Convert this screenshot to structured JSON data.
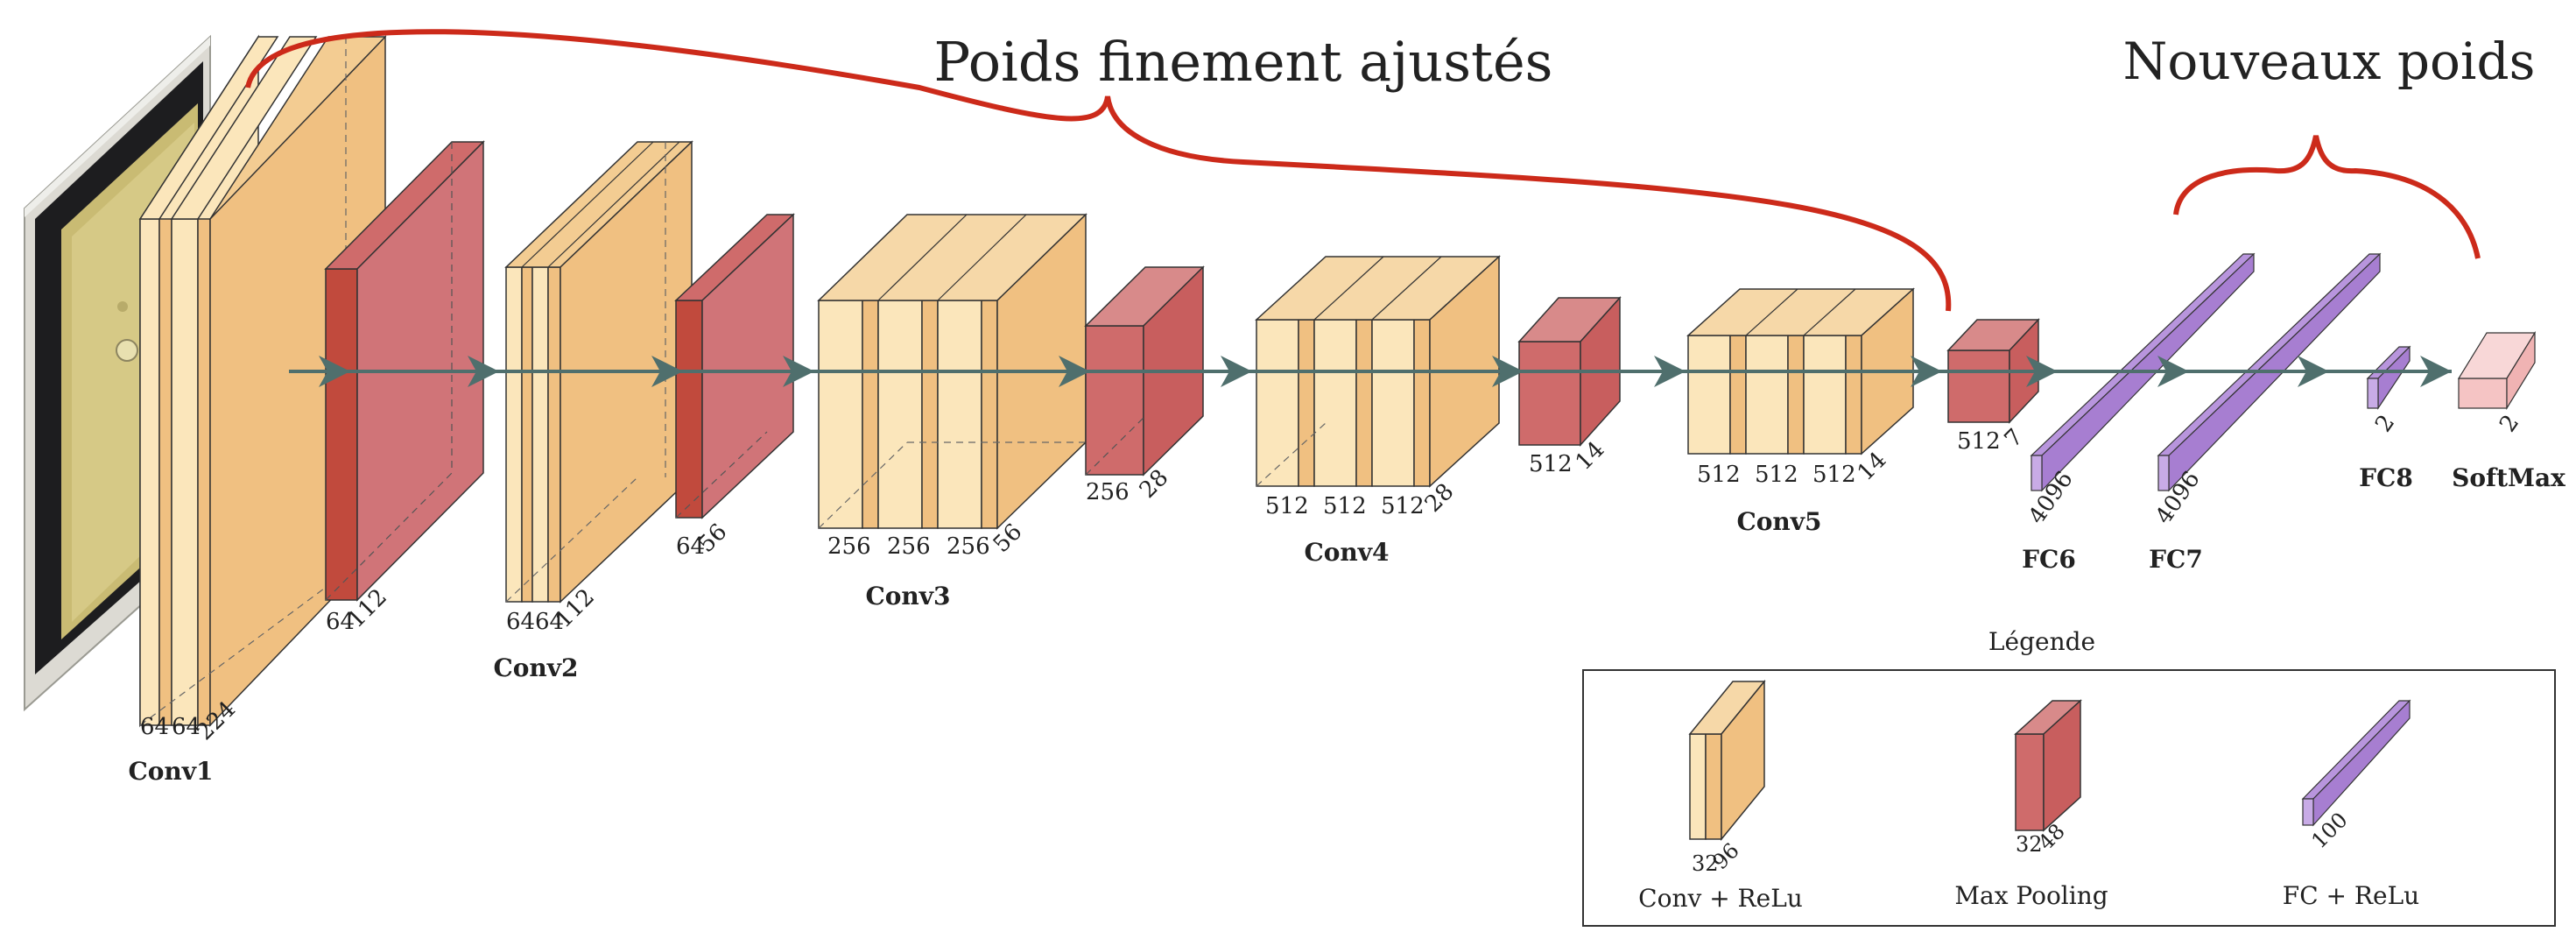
{
  "brackets": {
    "finetuned_label": "Poids finement ajustés",
    "new_label": "Nouveaux poids"
  },
  "colors": {
    "conv_light": "#fbe6bb",
    "conv_dark": "#f0c081",
    "pool": "#cf6b6b",
    "pool_dark": "#c14a3d",
    "fc": "#a77ed1",
    "softmax": "#f5c4c4",
    "arrow": "#4f6f6d",
    "bracket": "#cc2a1a"
  },
  "blocks": [
    {
      "name": "Conv1",
      "dims": [
        "64",
        "64",
        "224"
      ]
    },
    {
      "name": "",
      "dims": [
        "64",
        "112"
      ]
    },
    {
      "name": "Conv2",
      "dims": [
        "64",
        "64",
        "112"
      ]
    },
    {
      "name": "",
      "dims": [
        "64",
        "56"
      ]
    },
    {
      "name": "Conv3",
      "dims": [
        "256",
        "256",
        "256",
        "56"
      ]
    },
    {
      "name": "",
      "dims": [
        "256",
        "28"
      ]
    },
    {
      "name": "Conv4",
      "dims": [
        "512",
        "512",
        "512",
        "28"
      ]
    },
    {
      "name": "",
      "dims": [
        "512",
        "14"
      ]
    },
    {
      "name": "Conv5",
      "dims": [
        "512",
        "512",
        "512",
        "14"
      ]
    },
    {
      "name": "",
      "dims": [
        "512",
        "7"
      ]
    },
    {
      "name": "FC6",
      "dims": [
        "4096"
      ]
    },
    {
      "name": "FC7",
      "dims": [
        "4096"
      ]
    },
    {
      "name": "FC8",
      "dims": [
        "2"
      ]
    },
    {
      "name": "SoftMax",
      "dims": [
        "2"
      ]
    }
  ],
  "legend": {
    "title": "Légende",
    "items": [
      {
        "label": "Conv + ReLu",
        "dims": [
          "32",
          "96"
        ]
      },
      {
        "label": "Max Pooling",
        "dims": [
          "32",
          "48"
        ]
      },
      {
        "label": "FC + ReLu",
        "dims": [
          "100"
        ]
      }
    ]
  }
}
